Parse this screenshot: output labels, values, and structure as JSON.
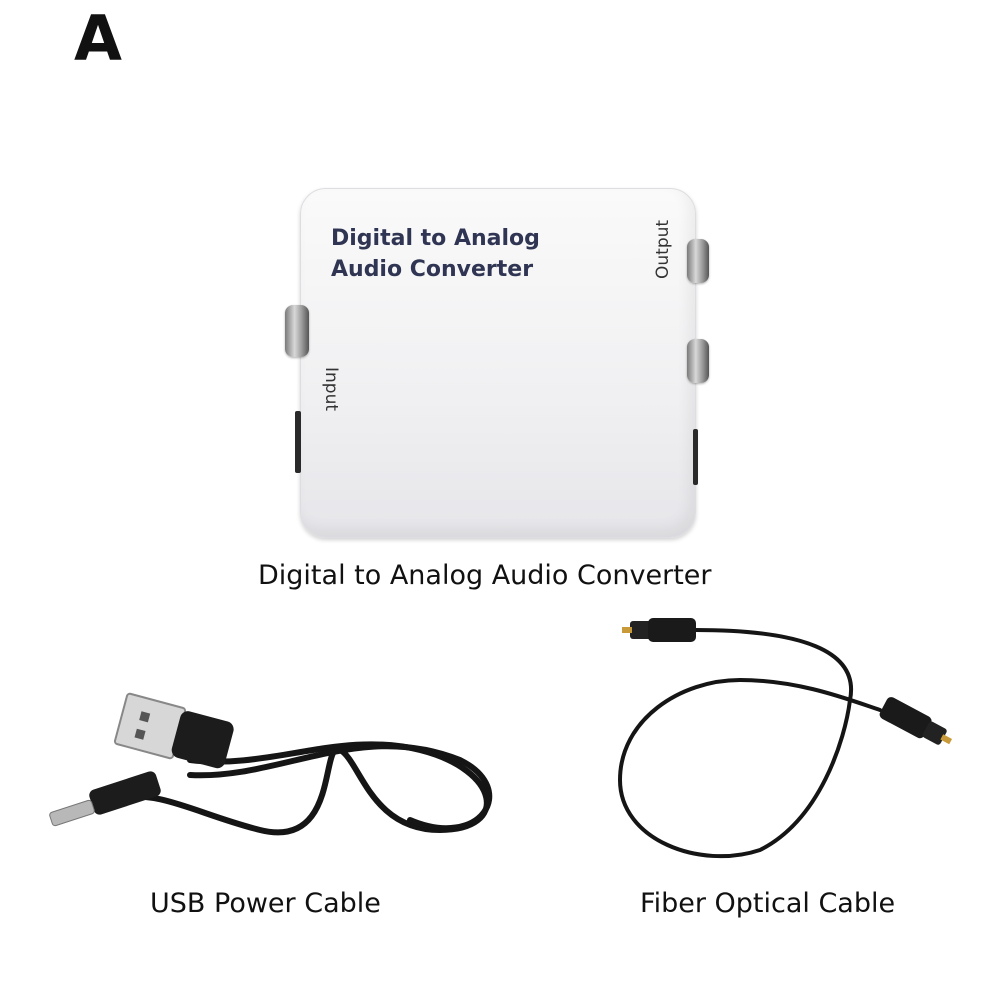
{
  "panel_letter": "A",
  "device": {
    "title_line1": "Digital to Analog",
    "title_line2": "Audio Converter",
    "output_label": "Output",
    "input_label": "Input"
  },
  "captions": {
    "converter": "Digital to Analog Audio Converter",
    "usb_cable": "USB Power Cable",
    "fiber_cable": "Fiber Optical Cable"
  },
  "colors": {
    "device_body": "#f4f4f6",
    "device_text": "#2f3552",
    "cable": "#151515"
  }
}
